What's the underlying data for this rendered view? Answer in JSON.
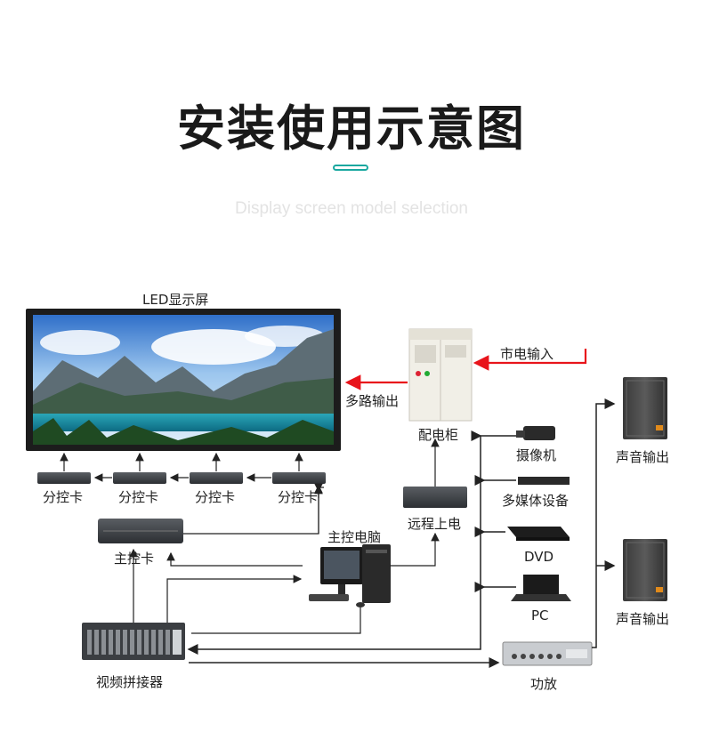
{
  "header": {
    "title": "安装使用示意图",
    "subtitle": "Display screen model selection"
  },
  "diagram": {
    "led_screen": "LED显示屏",
    "sub_cards": [
      "分控卡",
      "分控卡",
      "分控卡",
      "分控卡"
    ],
    "main_card": "主控卡",
    "host_pc": "主控电脑",
    "video_splicer": "视频拼接器",
    "power_cabinet": "配电柜",
    "mains_input": "市电输入",
    "multi_output": "多路输出",
    "remote_power": "远程上电",
    "camera": "摄像机",
    "multimedia": "多媒体设备",
    "dvd": "DVD",
    "pc": "PC",
    "amplifier": "功放",
    "speaker_top": "声音输出",
    "speaker_bottom": "声音输出"
  },
  "colors": {
    "accent": "#1aa8a0",
    "red_line": "#e8141b",
    "line": "#222222"
  }
}
